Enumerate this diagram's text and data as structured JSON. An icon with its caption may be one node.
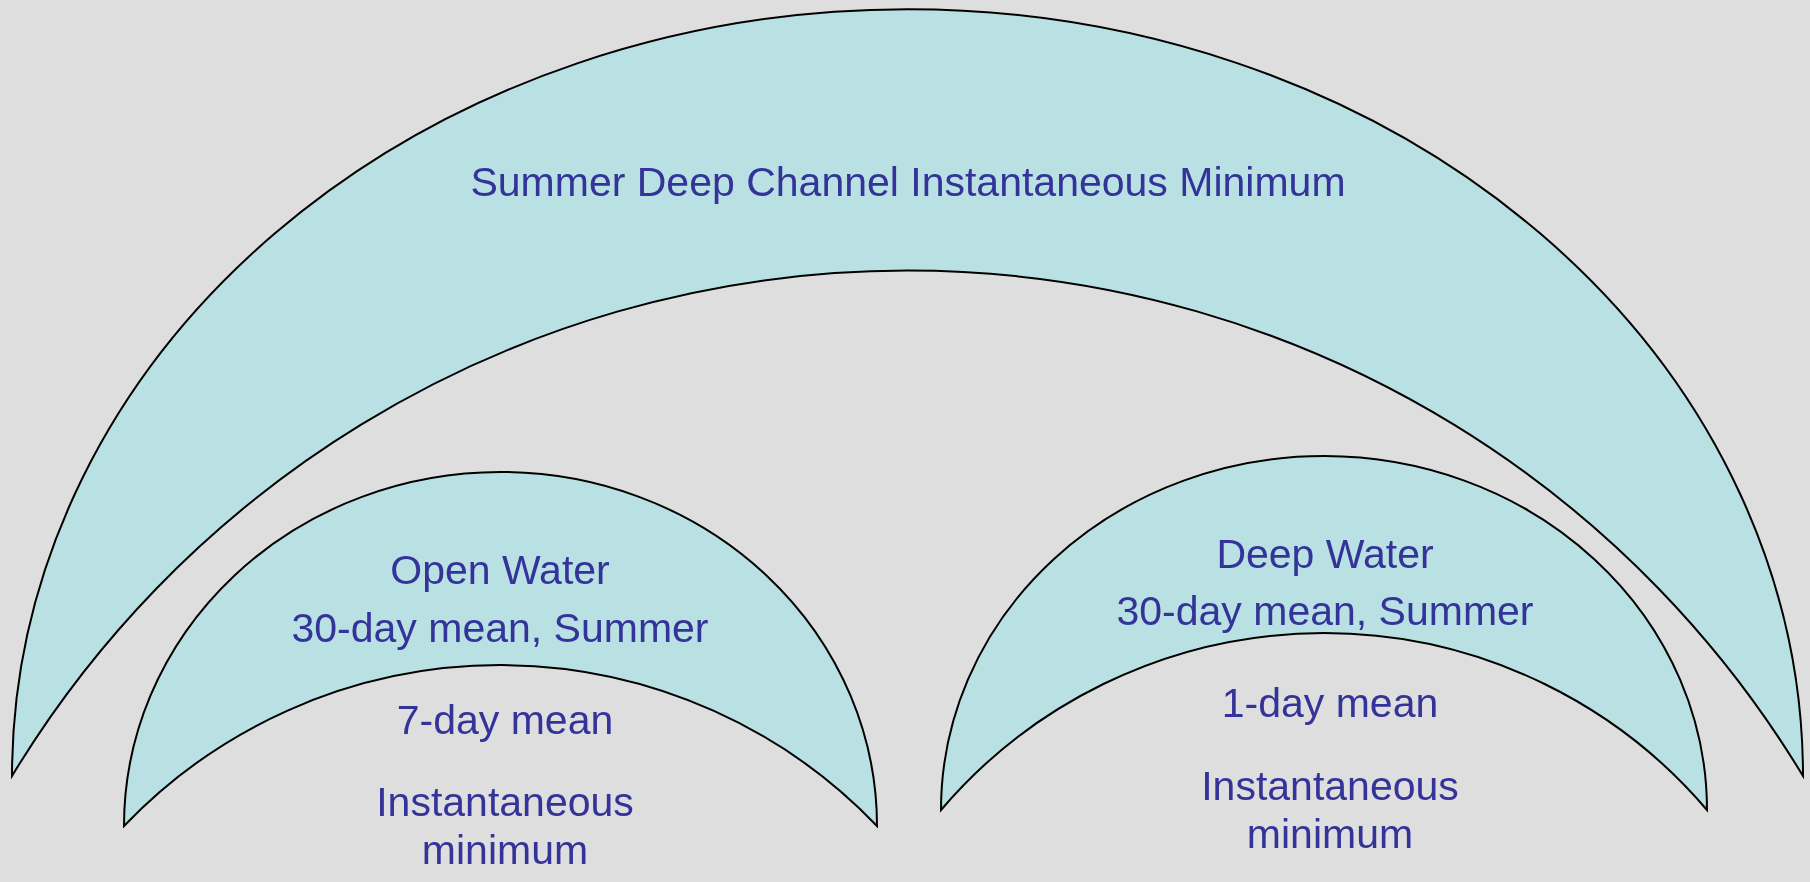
{
  "diagram": {
    "nodes": [
      {
        "text": [
          "Summer Deep Channel Instantaneous Minimum"
        ]
      },
      {
        "text": [
          "Open Water",
          "30-day mean, Summer"
        ]
      },
      {
        "text": [
          "Deep Water",
          "30-day mean, Summer"
        ]
      }
    ],
    "edges": [],
    "labels": [
      "7-day mean",
      "Instantaneous minimum",
      "1-day mean",
      "Instantaneous minimum"
    ]
  }
}
